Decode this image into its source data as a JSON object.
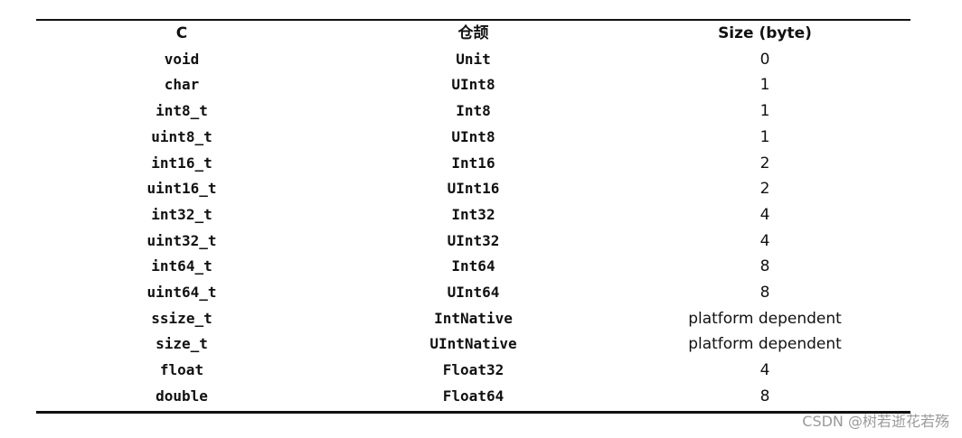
{
  "table": {
    "headers": [
      "C",
      "仓颉",
      "Size (byte)"
    ],
    "rows": [
      [
        "void",
        "Unit",
        "0"
      ],
      [
        "char",
        "UInt8",
        "1"
      ],
      [
        "int8_t",
        "Int8",
        "1"
      ],
      [
        "uint8_t",
        "UInt8",
        "1"
      ],
      [
        "int16_t",
        "Int16",
        "2"
      ],
      [
        "uint16_t",
        "UInt16",
        "2"
      ],
      [
        "int32_t",
        "Int32",
        "4"
      ],
      [
        "uint32_t",
        "UInt32",
        "4"
      ],
      [
        "int64_t",
        "Int64",
        "8"
      ],
      [
        "uint64_t",
        "UInt64",
        "8"
      ],
      [
        "ssize_t",
        "IntNative",
        "platform dependent"
      ],
      [
        "size_t",
        "UIntNative",
        "platform dependent"
      ],
      [
        "float",
        "Float32",
        "4"
      ],
      [
        "double",
        "Float64",
        "8"
      ]
    ]
  },
  "watermark": "CSDN @树若逝花若殇"
}
